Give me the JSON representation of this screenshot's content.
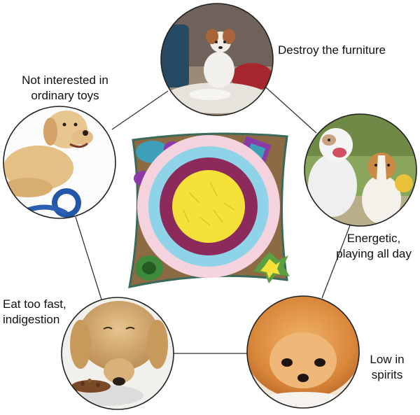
{
  "labels": {
    "furniture": {
      "text": "Destroy the furniture"
    },
    "toys": {
      "line1": "Not interested in",
      "line2": "ordinary toys"
    },
    "energetic": {
      "line1": "Energetic,",
      "line2": "playing all day"
    },
    "eating": {
      "line1": "Eat too fast,",
      "line2": "indigestion"
    },
    "spirits": {
      "line1": "Low in",
      "line2": "spirits"
    }
  },
  "colors": {
    "yellow": "#f4e23a",
    "magenta": "#8c2a5c",
    "light_blue": "#8fd3e8",
    "pink": "#f4d3df",
    "teal": "#3e9fb8",
    "brown": "#8b6a44",
    "green": "#3e8a3a",
    "purple": "#8b3aa8",
    "connector": "#333333"
  }
}
